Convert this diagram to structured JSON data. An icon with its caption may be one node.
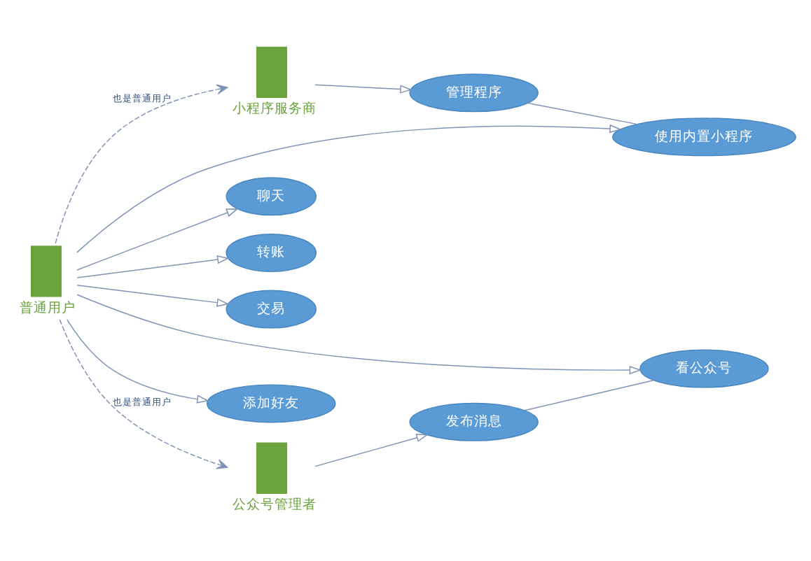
{
  "diagram": {
    "nodes": [
      {
        "text": [
          "小程序服务商"
        ]
      },
      {
        "text": [
          "普通用户"
        ]
      },
      {
        "text": [
          "公众号管理者"
        ]
      },
      {
        "text": [
          "管理程序"
        ]
      },
      {
        "text": [
          "发布消息"
        ]
      },
      {
        "text": [
          "聊天"
        ]
      },
      {
        "text": [
          "转账"
        ]
      },
      {
        "text": [
          "交易"
        ]
      },
      {
        "text": [
          "使用内置小程序"
        ]
      },
      {
        "text": [
          "添加好友"
        ]
      },
      {
        "text": [
          "看公众号"
        ]
      }
    ],
    "edges": [
      {
        "from": 0,
        "to": 3,
        "arrow": "to"
      },
      {
        "from": 1,
        "to": 0,
        "arrow": "to",
        "style": "dashed",
        "label": "也是普通用户"
      },
      {
        "from": 1,
        "to": 2,
        "arrow": "to",
        "style": "dashed",
        "label": "也是普通用户"
      },
      {
        "from": 2,
        "to": 4,
        "arrow": "to"
      },
      {
        "from": 1,
        "to": 5,
        "arrow": "to"
      },
      {
        "from": 1,
        "to": 6,
        "arrow": "to"
      },
      {
        "from": 1,
        "to": 7,
        "arrow": "to"
      },
      {
        "from": 1,
        "to": 8,
        "arrow": "to"
      },
      {
        "from": 1,
        "to": 9,
        "arrow": "to"
      },
      {
        "from": 1,
        "to": 10,
        "arrow": "to"
      },
      {
        "from": 3,
        "to": 8,
        "arrow": "none"
      },
      {
        "from": 4,
        "to": 10,
        "arrow": "none"
      }
    ]
  }
}
